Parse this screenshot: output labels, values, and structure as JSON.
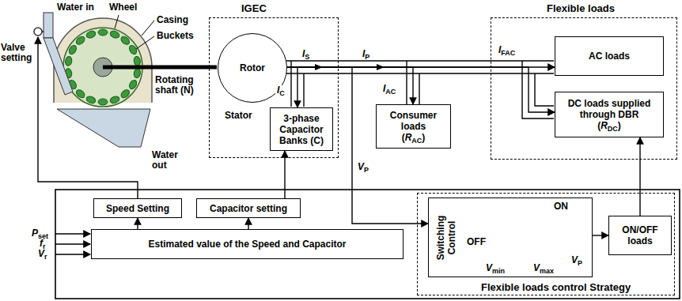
{
  "diagram": {
    "nodes": [
      {
        "text": [
          "IGEC"
        ]
      },
      {
        "text": [
          "Rotor"
        ],
        "in": 0
      },
      {
        "text": [
          "3-phase Capacitor Banks (C)"
        ],
        "in": 0
      },
      {
        "text": [
          "Consumer loads",
          "(RAC)"
        ]
      },
      {
        "text": [
          "Flexible loads"
        ]
      },
      {
        "text": [
          "AC loads"
        ],
        "in": 4
      },
      {
        "text": [
          "DC loads supplied through DBR",
          "(RDC)"
        ],
        "in": 4
      },
      {
        "text": [
          "Speed Setting"
        ]
      },
      {
        "text": [
          "Capacitor setting"
        ]
      },
      {
        "text": [
          "Estimated value of the Speed and Capacitor"
        ]
      },
      {
        "text": [
          "Flexible loads control Strategy"
        ]
      },
      {
        "text": [
          "Switching Control"
        ],
        "in": 10
      },
      {
        "text": [
          "ON/OFF loads"
        ],
        "in": 10
      }
    ],
    "edges": [
      {
        "from": 1,
        "to": 2,
        "arrow": "to",
        "label": "IC"
      },
      {
        "from": 1,
        "to": 3,
        "arrow": "to",
        "label": "IAC"
      },
      {
        "from": 1,
        "to": 5,
        "arrow": "to",
        "label": "IFAC"
      },
      {
        "from": 1,
        "to": 6,
        "arrow": "to"
      },
      {
        "from": 1,
        "to": 11,
        "arrow": "to",
        "label": "VP"
      },
      {
        "from": 11,
        "to": 12,
        "arrow": "to"
      },
      {
        "from": 12,
        "to": 6,
        "arrow": "to"
      },
      {
        "from": 9,
        "to": 7,
        "arrow": "to"
      },
      {
        "from": 9,
        "to": 8,
        "arrow": "to"
      },
      {
        "from": 8,
        "to": 2,
        "arrow": "to"
      }
    ],
    "labels": [
      "Water in",
      "Valve setting",
      "Wheel",
      "Casing",
      "Buckets",
      "Rotating shaft (N)",
      "Water out",
      "Stator",
      "IS",
      "IP",
      "Pset",
      "fr",
      "Vr",
      "OFF",
      "ON",
      "Vmin",
      "Vmax",
      "VP"
    ]
  }
}
